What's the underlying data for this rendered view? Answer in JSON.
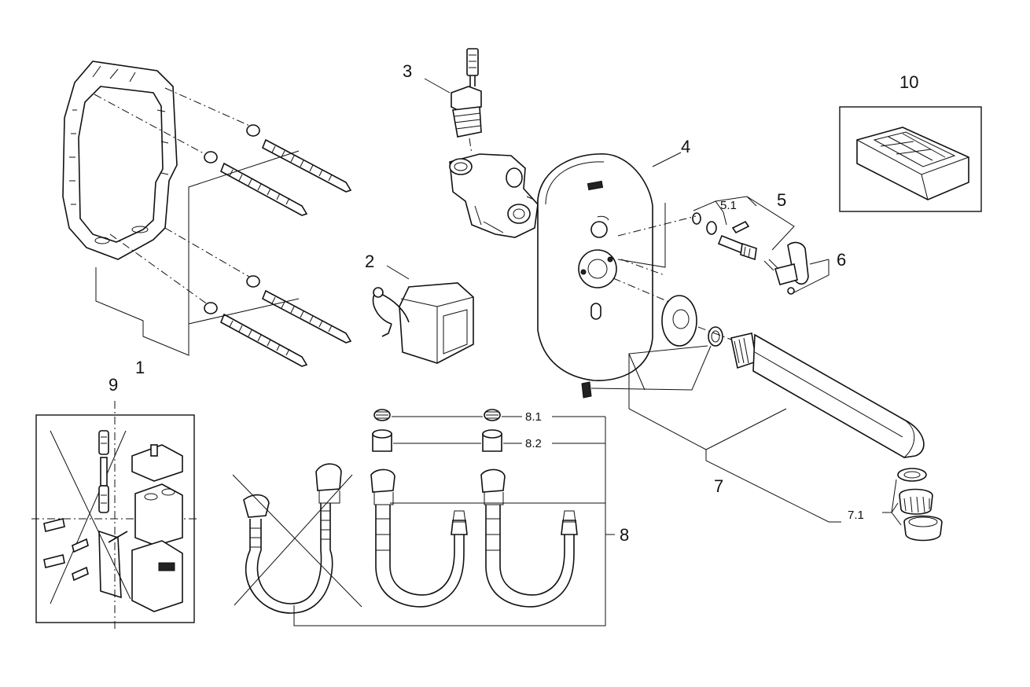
{
  "labels": {
    "p1": "1",
    "p2": "2",
    "p3": "3",
    "p4": "4",
    "p5": "5",
    "p5_1": "5.1",
    "p6": "6",
    "p7": "7",
    "p7_1": "7.1",
    "p8": "8",
    "p8_1": "8.1",
    "p8_2": "8.2",
    "p9": "9",
    "p10": "10"
  }
}
